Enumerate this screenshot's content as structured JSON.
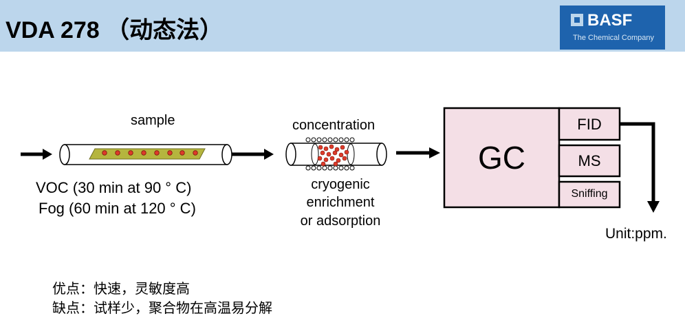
{
  "header": {
    "title": "VDA 278 （动态法）",
    "logo": {
      "name": "BASF",
      "subtitle": "The Chemical Company"
    }
  },
  "diagram": {
    "sample_label": "sample",
    "condition_voc": "VOC (30 min at 90 °  C)",
    "condition_fog": "Fog (60 min at 120 °  C)",
    "concentration_label": "concentration",
    "trap_line1": "cryogenic",
    "trap_line2": "enrichment",
    "trap_line3": "or adsorption",
    "gc_label": "GC",
    "detectors": [
      "FID",
      "MS",
      "Sniffing"
    ],
    "unit_label": "Unit:ppm."
  },
  "notes": {
    "advantages": "优点：快速，灵敏度高",
    "disadvantages": "缺点：试样少，聚合物在高温易分解"
  },
  "colors": {
    "header_bg": "#bcd6ec",
    "logo_bg": "#1e63ad",
    "gc_box": "#f4dfe6",
    "sample_strip": "#b5b53e",
    "particles": "#dd3a2a"
  }
}
